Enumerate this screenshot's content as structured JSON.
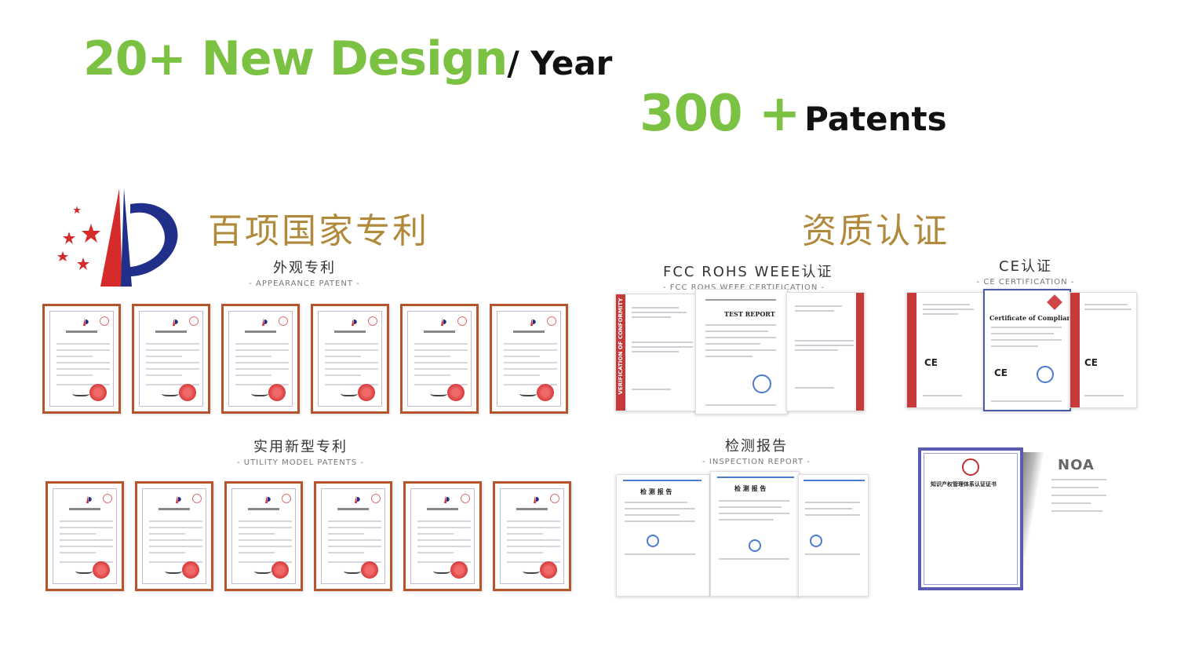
{
  "headlines": {
    "design_highlight": "20+ New Design",
    "design_suffix": "/ Year",
    "patents_highlight": "300 +",
    "patents_suffix": "Patents"
  },
  "colors": {
    "accent_green": "#7cc242",
    "gold_title": "#b08a3a",
    "cert_frame": "#b5552e",
    "logo_red": "#d52b2b",
    "logo_blue": "#1f2f8a"
  },
  "sections": {
    "patents": {
      "title": "百项国家专利",
      "appearance": {
        "zh": "外观专利",
        "en": "- APPEARANCE PATENT -"
      },
      "utility": {
        "zh": "实用新型专利",
        "en": "- UTILITY MODEL PATENTS -"
      }
    },
    "certification": {
      "title": "资质认证",
      "fcc": {
        "zh": "FCC ROHS WEEE认证",
        "en": "- FCC ROHS WEEE CERTIFICATION -"
      },
      "ce": {
        "zh": "CE认证",
        "en": "- CE CERTIFICATION -"
      },
      "inspection": {
        "zh": "检测报告",
        "en": "- INSPECTION REPORT -"
      }
    }
  },
  "documents": {
    "verification_band": "VERIFICATION OF CONFORMITY",
    "test_report": "TEST REPORT",
    "compliance_title": "Certificate of Compliance",
    "ce_mark": "CE",
    "inspection_heading": "检 测 报 告",
    "iso_title": "知识产权管理体系认证证书",
    "noa_logo": "NOA"
  },
  "icons": {
    "logo": "patent-office-logo",
    "seal": "red-seal-icon",
    "emblem": "national-emblem-icon"
  }
}
